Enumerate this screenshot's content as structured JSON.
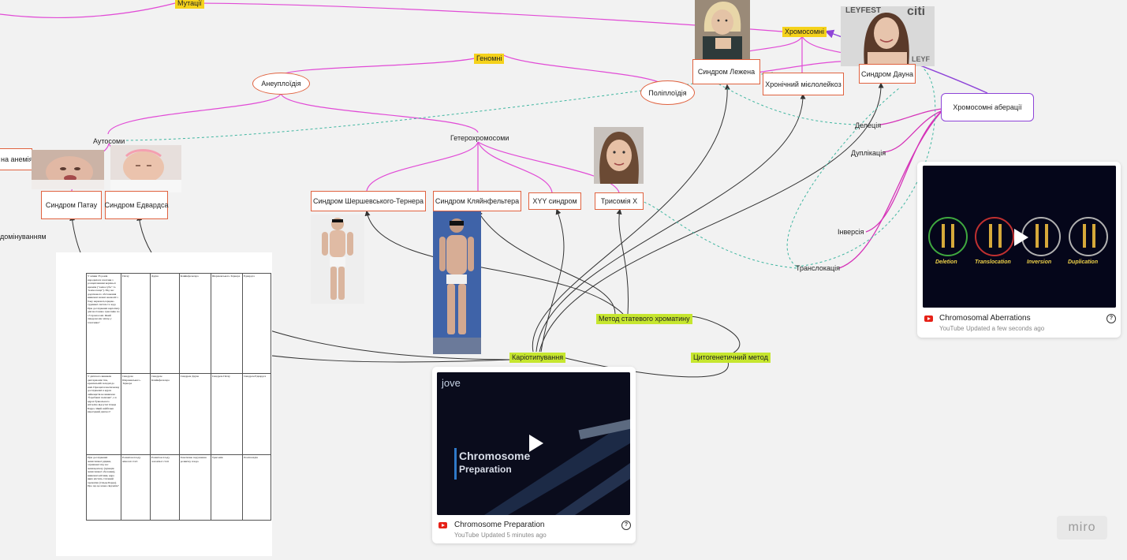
{
  "board": {
    "mutations": "Мутації",
    "chromosomal": "Хромосомні",
    "genomic": "Геномні",
    "aneuploidy": "Анеуплоїдія",
    "polyploidy": "Поліплоїдія",
    "autosomes": "Аутосоми",
    "heterochromosomes": "Гетерохромосоми",
    "anemia_fragment": "на анемія",
    "dominance_fragment": "домінуванням",
    "patau": "Синдром Патау",
    "edwards": "Синдром Едвардса",
    "turner": "Синдром Шершевського-Тернера",
    "klinefelter": "Синдром Кляйнфельтера",
    "xyy": "XYY синдром",
    "trisomy_x": "Трисомія Х",
    "lejeune": "Синдром Лежена",
    "myeloleukosis": "Хронічний мієлолейкоз",
    "down": "Синдром Дауна",
    "aberrations": "Хромосомні аберації",
    "deletion": "Делеція",
    "duplication": "Дуплікація",
    "inversion": "Інверсія",
    "translocation": "Транслокація",
    "sex_chromatin": "Метод статевого хроматину",
    "karyotyping": "Каріотипування",
    "cytogenetic": "Цитогенетичний метод",
    "photo_banner_text": "LEYFEST",
    "photo_banner_text2": "citi",
    "photo_banner_text3": "LEYF"
  },
  "document": {
    "rows": [
      [
        "У жінки 35 років народилася хлопчик з розщепленням верхньої щелепи (\"заяча губа\" та \"вовча паща\"). Під час додаткового обстеження виявлені значні аномалії з боку нервової,серцево-судинної систем та зору. При дослідженні каріотипу діагностовано трисомію по 13 хромосомі. Який синдром має місце у хлопчика?",
        "Патау",
        "Дауна",
        "Кляйнфельтера",
        "Шершевського-Тернера",
        "Едвардса"
      ],
      [
        "У дитячого виникли дисгармонія тіла, краніальній складні до шиї. При цитогенетичному дослідженні в ядрах лейкоцитів не виявлено \"барабанні палички\", а в ядрах буккального епітелію відсутні тільця Барра. Який найбільш вірогідний діагноз?",
        "Синдром Шершевського-Тернера",
        "Синдром Кляйнфельтера",
        "Синдром Дауна",
        "Синдром Патау",
        "Синдром Едвардса"
      ],
      [
        "При дослідженні амніотичної рідини, отриманої під час амніоцентезу (пункція амніотичної оболонки), виявлені клітини, ядра яких містять статевий хроматин (тільце Барра). Про що це може свідчити?",
        "Розвиток плоду жіночої статі",
        "Розвиток плоду чоловічої статі",
        "Генетичне порушення розвитку плода",
        "Трисомія",
        "Поліплоїдія"
      ]
    ]
  },
  "cards": {
    "left": {
      "title": "Chromosome Preparation",
      "source": "YouTube",
      "updated": "Updated 5 minutes ago",
      "thumb_brand": "jove",
      "thumb_line1": "Chromosome",
      "thumb_line2": "Preparation"
    },
    "right": {
      "title": "Chromosomal Aberrations",
      "source": "YouTube",
      "updated": "Updated a few seconds ago",
      "labels": [
        "Deletion",
        "Translocation",
        "Inversion",
        "Duplication"
      ]
    }
  },
  "brand": {
    "logo": "miro"
  },
  "colors": {
    "line_pink": "#e14bd6",
    "line_purple": "#8e44d8",
    "line_dark": "#333333",
    "line_teal": "#3fb6a0",
    "box_orange": "#e0623f",
    "hl_yellow": "#f5d21b",
    "hl_lime": "#c6e62f"
  },
  "icons": {
    "youtube": "youtube-logo-icon",
    "help": "question-circle-icon",
    "play": "play-icon"
  }
}
